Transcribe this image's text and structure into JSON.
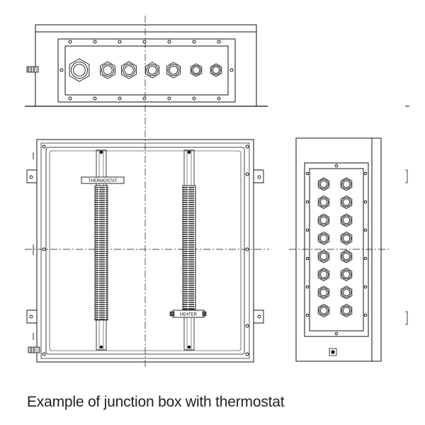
{
  "caption": "Example of junction box with thermostat",
  "labels": {
    "thermostat": "THERMOSTAT",
    "heater": "HEATER"
  },
  "colors": {
    "line": "#111111",
    "terminal_fill": "#555555",
    "background": "#ffffff"
  },
  "top_view": {
    "gland_count": 7
  },
  "side_view": {
    "gland_rows": 8,
    "gland_cols": 2
  }
}
